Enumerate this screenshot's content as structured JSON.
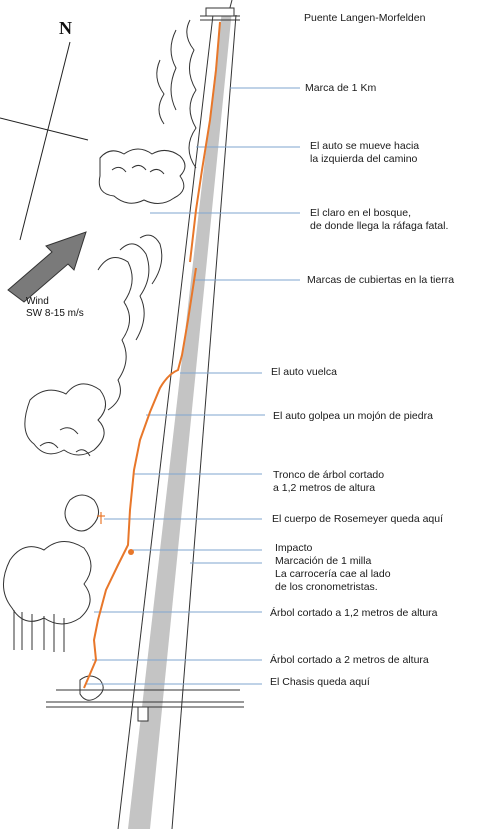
{
  "compass": {
    "north_label": "N"
  },
  "wind": {
    "line1": "Wind",
    "line2": "SW 8-15 m/s"
  },
  "annotations": [
    {
      "id": "bridge",
      "lines": [
        "Puente Langen-Morfelden"
      ]
    },
    {
      "id": "km1",
      "lines": [
        "Marca de 1 Km"
      ]
    },
    {
      "id": "car-left",
      "lines": [
        "El auto se mueve hacia",
        "la izquierda del camino"
      ]
    },
    {
      "id": "clearing",
      "lines": [
        "El claro en el bosque,",
        "de donde llega la ráfaga fatal."
      ]
    },
    {
      "id": "tire-marks",
      "lines": [
        "Marcas de cubiertas en la tierra"
      ]
    },
    {
      "id": "overturns",
      "lines": [
        "El auto vuelca"
      ]
    },
    {
      "id": "stone",
      "lines": [
        "El auto golpea un mojón de piedra"
      ]
    },
    {
      "id": "trunk",
      "lines": [
        "Tronco de árbol cortado",
        "a 1,2 metros de altura"
      ]
    },
    {
      "id": "body",
      "lines": [
        "El cuerpo de Rosemeyer queda aquí"
      ]
    },
    {
      "id": "impact",
      "lines": [
        "Impacto",
        "Marcación de 1 milla",
        "La carrocería cae al lado",
        "de los cronometristas."
      ]
    },
    {
      "id": "tree12",
      "lines": [
        "Árbol cortado a 1,2 metros de altura"
      ]
    },
    {
      "id": "tree2",
      "lines": [
        "Árbol cortado a 2 metros de altura"
      ]
    },
    {
      "id": "chassis",
      "lines": [
        "El Chasis queda aquí"
      ]
    }
  ],
  "colors": {
    "track": "#e8772a",
    "guide": "#7fa6cf",
    "road_center": "#c4c4c4",
    "cross": "#e8772a"
  }
}
